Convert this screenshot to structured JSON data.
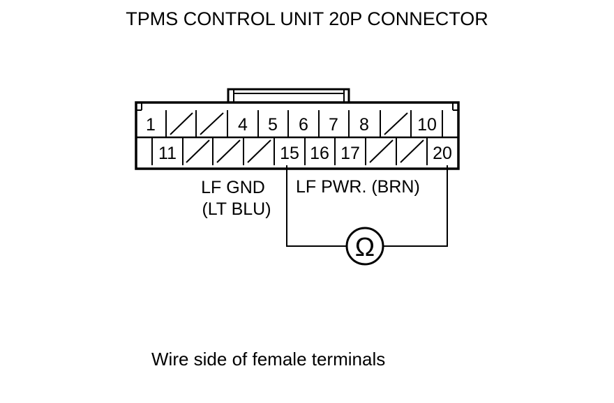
{
  "title": "TPMS CONTROL UNIT 20P CONNECTOR",
  "caption": "Wire side of female terminals",
  "connector": {
    "top_row": [
      "1",
      "",
      "",
      "4",
      "5",
      "6",
      "7",
      "8",
      "",
      "10"
    ],
    "bottom_row": [
      "11",
      "",
      "",
      "",
      "15",
      "16",
      "17",
      "",
      "",
      "20"
    ]
  },
  "labels": {
    "gnd_line1": "LF GND",
    "gnd_line2": "(LT BLU)",
    "pwr": "LF PWR. (BRN)"
  },
  "meter_symbol": "Ω",
  "meter_icon": "ohmmeter-icon"
}
